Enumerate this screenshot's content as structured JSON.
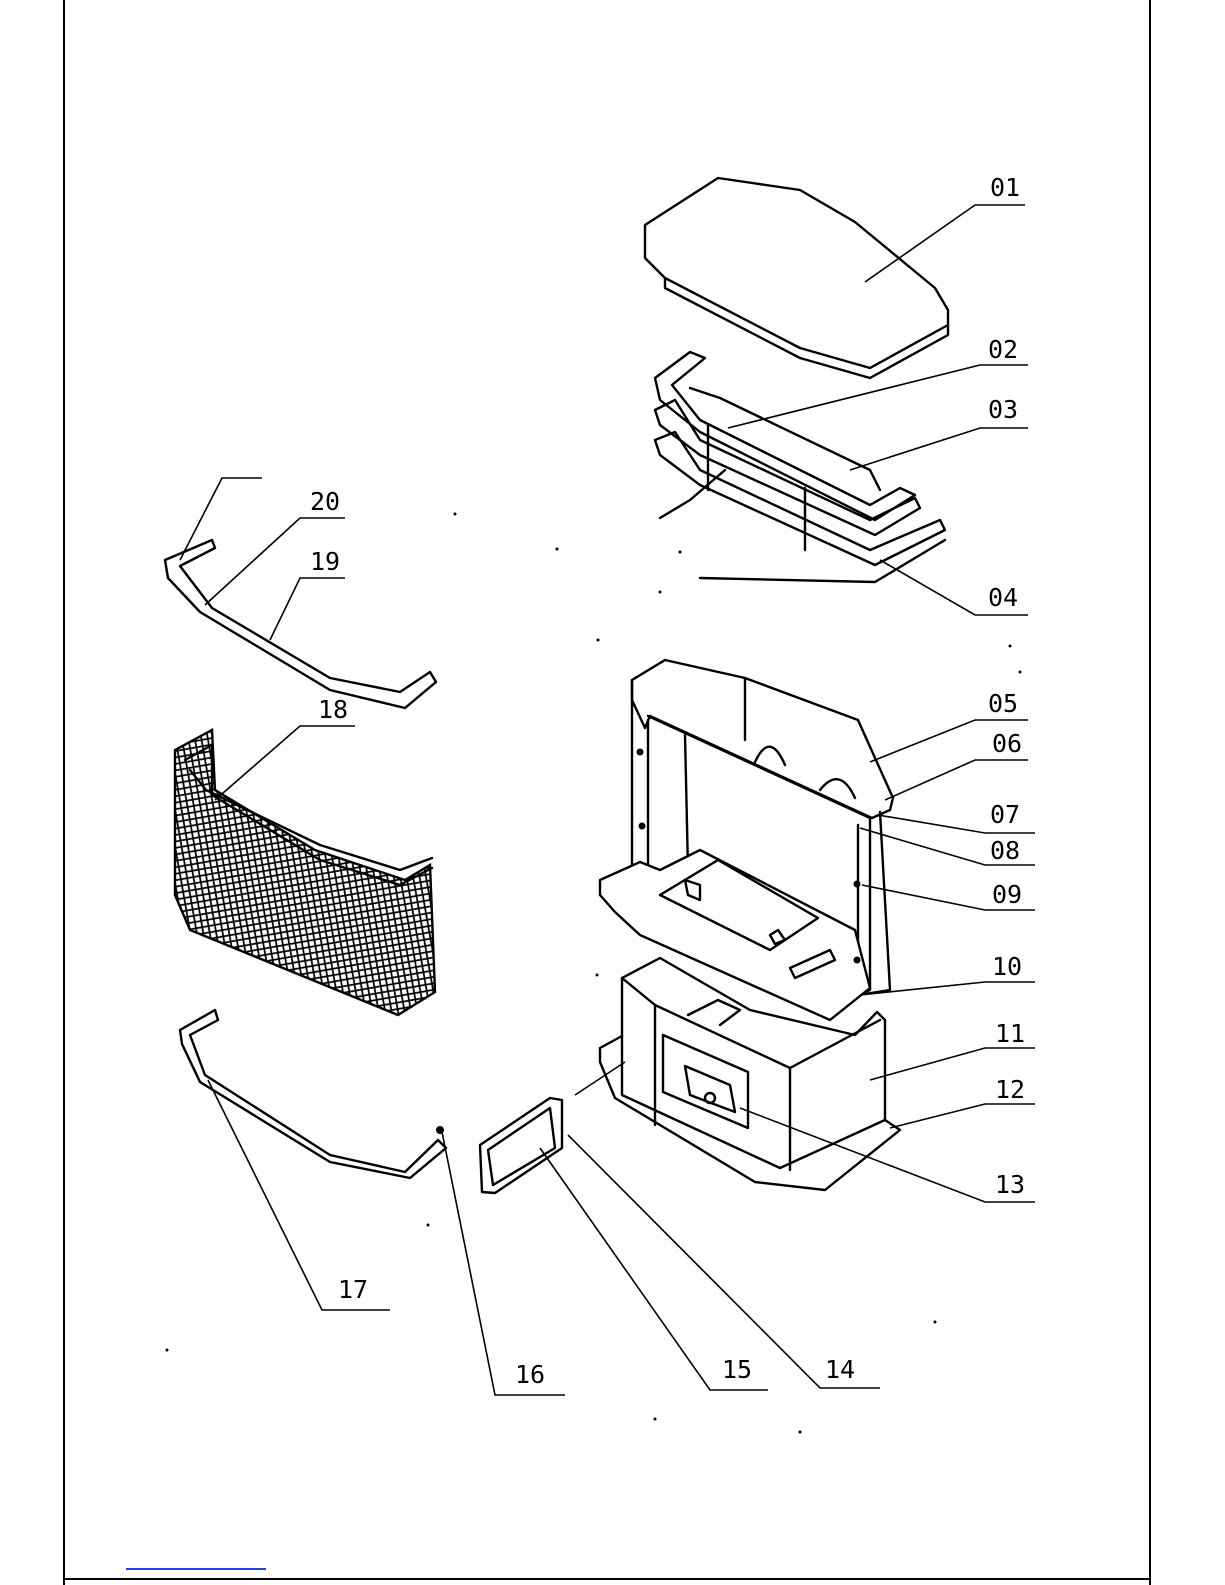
{
  "callouts": [
    {
      "id": "01",
      "label": "01"
    },
    {
      "id": "02",
      "label": "02"
    },
    {
      "id": "03",
      "label": "03"
    },
    {
      "id": "04",
      "label": "04"
    },
    {
      "id": "05",
      "label": "05"
    },
    {
      "id": "06",
      "label": "06"
    },
    {
      "id": "07",
      "label": "07"
    },
    {
      "id": "08",
      "label": "08"
    },
    {
      "id": "09",
      "label": "09"
    },
    {
      "id": "10",
      "label": "10"
    },
    {
      "id": "11",
      "label": "11"
    },
    {
      "id": "12",
      "label": "12"
    },
    {
      "id": "13",
      "label": "13"
    },
    {
      "id": "14",
      "label": "14"
    },
    {
      "id": "15",
      "label": "15"
    },
    {
      "id": "16",
      "label": "16"
    },
    {
      "id": "17",
      "label": "17"
    },
    {
      "id": "18",
      "label": "18"
    },
    {
      "id": "19",
      "label": "19"
    },
    {
      "id": "20",
      "label": "20"
    }
  ],
  "colors": {
    "ink": "#000000",
    "paper": "#ffffff",
    "link_underline": "#1f44d6"
  }
}
